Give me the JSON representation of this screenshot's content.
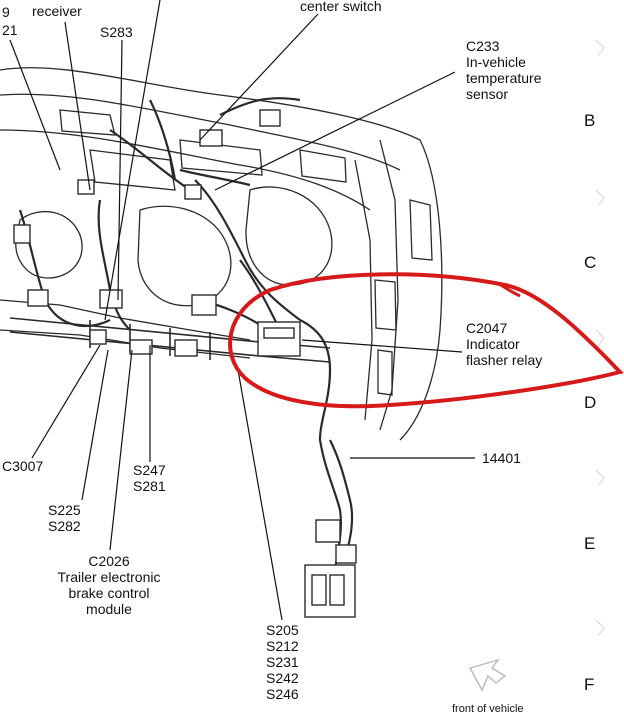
{
  "labels": {
    "top_left_a": "9",
    "top_left_b": "21",
    "receiver": "receiver",
    "s283": "S283",
    "center_switch": "center switch",
    "c233": "C233\nIn-vehicle\ntemperature\nsensor",
    "c2047": "C2047\nIndicator\nflasher relay",
    "part_14401": "14401",
    "c3007": "C3007",
    "s225": "S225\nS282",
    "s247": "S247\nS281",
    "c2026": "C2026\nTrailer electronic\nbrake control\nmodule",
    "s205": "S205\nS212\nS231\nS242\nS246",
    "front": "front of vehicle"
  },
  "grid": [
    "B",
    "C",
    "D",
    "E",
    "F"
  ],
  "colors": {
    "ink": "#111111",
    "highlight": "#d61a1a",
    "drawing": "#2a2a2a",
    "arrow_outline": "#b8b8b8"
  }
}
